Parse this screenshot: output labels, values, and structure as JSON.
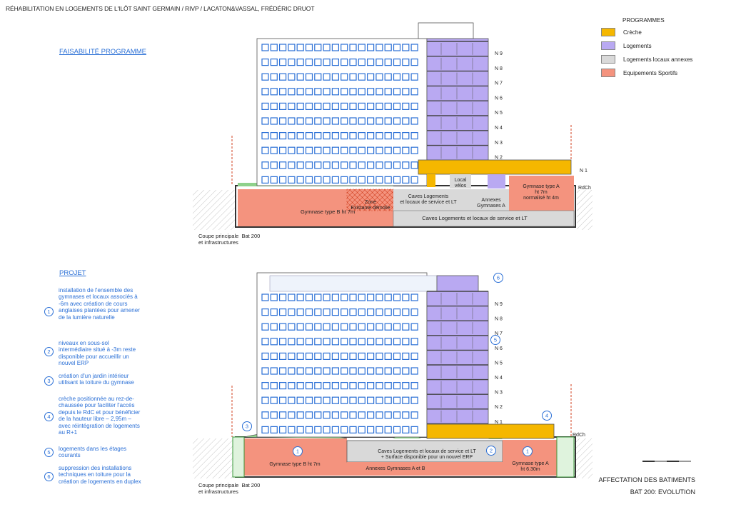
{
  "title": "RÉHABILITATION EN LOGEMENTS DE L'ILÔT SAINT GERMAIN / RIVP / LACATON&VASSAL, FRÉDÉRIC DRUOT",
  "colors": {
    "creche": "#f5b700",
    "logements": "#b9a9f2",
    "logements_locaux": "#d9d9d9",
    "equipements": "#f4937e",
    "accent": "#2a6fd6",
    "ground": "#d6d6d6"
  },
  "legend": {
    "title": "PROGRAMMES",
    "items": [
      {
        "label": "Crèche",
        "color": "#f5b700"
      },
      {
        "label": "Logements",
        "color": "#b9a9f2"
      },
      {
        "label": "Logements locaux annexes",
        "color": "#d9d9d9"
      },
      {
        "label": "Equipements Sportifs",
        "color": "#f4937e"
      }
    ]
  },
  "faisabilite": {
    "title": "FAISABILITÉ PROGRAMME",
    "levels": [
      "N 9",
      "N 8",
      "N 7",
      "N 6",
      "N 5",
      "N 4",
      "N 3",
      "N 2",
      "N 1",
      "RdCh"
    ],
    "labels": {
      "local_velos": "Local\nvélos",
      "gymnase_b": "Gymnase type B ht 7m",
      "zone": "Zone\nExistante démolie",
      "caves_1": "Caves Logements\net locaux de service et LT",
      "annexes": "Annexes\nGymnases A",
      "gymnase_a": "Gymnase type A\nht 7m\nnormalisé ht 4m",
      "caves_2": "Caves Logements et locaux de service et LT"
    },
    "caption": "Coupe principale  Bat 200\net infrastructures"
  },
  "projet": {
    "title": "PROJET",
    "items": [
      {
        "num": "1",
        "text": "installation de l'ensemble des gymnases et locaux associés à -6m avec création de cours anglaises plantées pour amener de la lumière naturelle"
      },
      {
        "num": "2",
        "text": "niveaux en sous-sol intermédiaire situé à -3m reste disponible pour accueillir un nouvel ERP"
      },
      {
        "num": "3",
        "text": "création d'un jardin intérieur utilisant la toiture du gymnase"
      },
      {
        "num": "4",
        "text": "crèche positionnée au rez-de-chaussée pour faciliter l'accès depuis le RdC et pour bénéficier de la hauteur libre – 2,95m – avec réintégration de logements au R+1"
      },
      {
        "num": "5",
        "text": "logements dans les étages courants"
      },
      {
        "num": "6",
        "text": "suppression des installations techniques en toiture pour la création de logements en duplex"
      }
    ],
    "levels": [
      "N 9",
      "N 8",
      "N 7",
      "N 6",
      "N 5",
      "N 4",
      "N 3",
      "N 2",
      "N 1",
      "RdCh"
    ],
    "labels": {
      "gymnase_b": "Gymnase type B ht 7m",
      "caves": "Caves Logements et locaux de service et LT\n+ Surface disponible pour un nouvel ERP",
      "annexes": "Annexes Gymnases A et B",
      "gymnase_a": "Gymnase type A\nht 6.30m"
    },
    "callouts": [
      "1",
      "2",
      "3",
      "4",
      "5",
      "6",
      "1"
    ],
    "caption": "Coupe principale  Bat 200\net infrastructures"
  },
  "footer": {
    "line1": "AFFECTATION DES BATIMENTS",
    "line2": "BAT 200: EVOLUTION"
  }
}
